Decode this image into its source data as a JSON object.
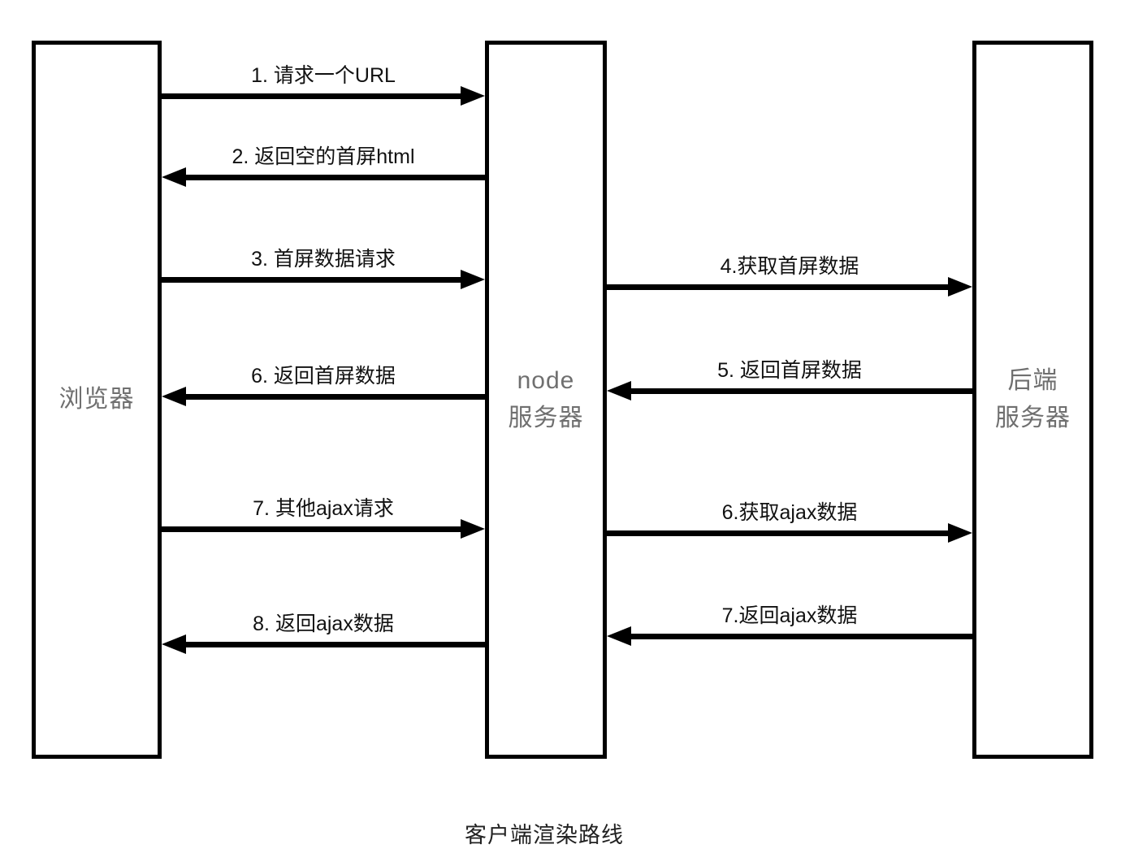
{
  "diagram": {
    "type": "sequence-diagram",
    "caption": "客户端渲染路线",
    "lifelines": [
      {
        "id": "browser",
        "lines": [
          "浏览器"
        ]
      },
      {
        "id": "node-server",
        "lines": [
          "node",
          "服务器"
        ]
      },
      {
        "id": "backend-server",
        "lines": [
          "后端",
          "服务器"
        ]
      }
    ],
    "messages": [
      {
        "label": "1. 请求一个URL",
        "from": "browser",
        "to": "node-server",
        "direction": "right"
      },
      {
        "label": "2. 返回空的首屏html",
        "from": "node-server",
        "to": "browser",
        "direction": "left"
      },
      {
        "label": "3. 首屏数据请求",
        "from": "browser",
        "to": "node-server",
        "direction": "right"
      },
      {
        "label": "4.获取首屏数据",
        "from": "node-server",
        "to": "backend-server",
        "direction": "right"
      },
      {
        "label": "5. 返回首屏数据",
        "from": "backend-server",
        "to": "node-server",
        "direction": "left"
      },
      {
        "label": "6. 返回首屏数据",
        "from": "node-server",
        "to": "browser",
        "direction": "left"
      },
      {
        "label": "7. 其他ajax请求",
        "from": "browser",
        "to": "node-server",
        "direction": "right"
      },
      {
        "label": "6.获取ajax数据",
        "from": "node-server",
        "to": "backend-server",
        "direction": "right"
      },
      {
        "label": "7.返回ajax数据",
        "from": "backend-server",
        "to": "node-server",
        "direction": "left"
      },
      {
        "label": "8. 返回ajax数据",
        "from": "node-server",
        "to": "browser",
        "direction": "left"
      }
    ],
    "colors": {
      "line": "#000000",
      "box_border": "#000000",
      "lifeline_text": "#6f6f6f",
      "message_text": "#111111",
      "caption_text": "#222222",
      "background": "#ffffff"
    }
  }
}
